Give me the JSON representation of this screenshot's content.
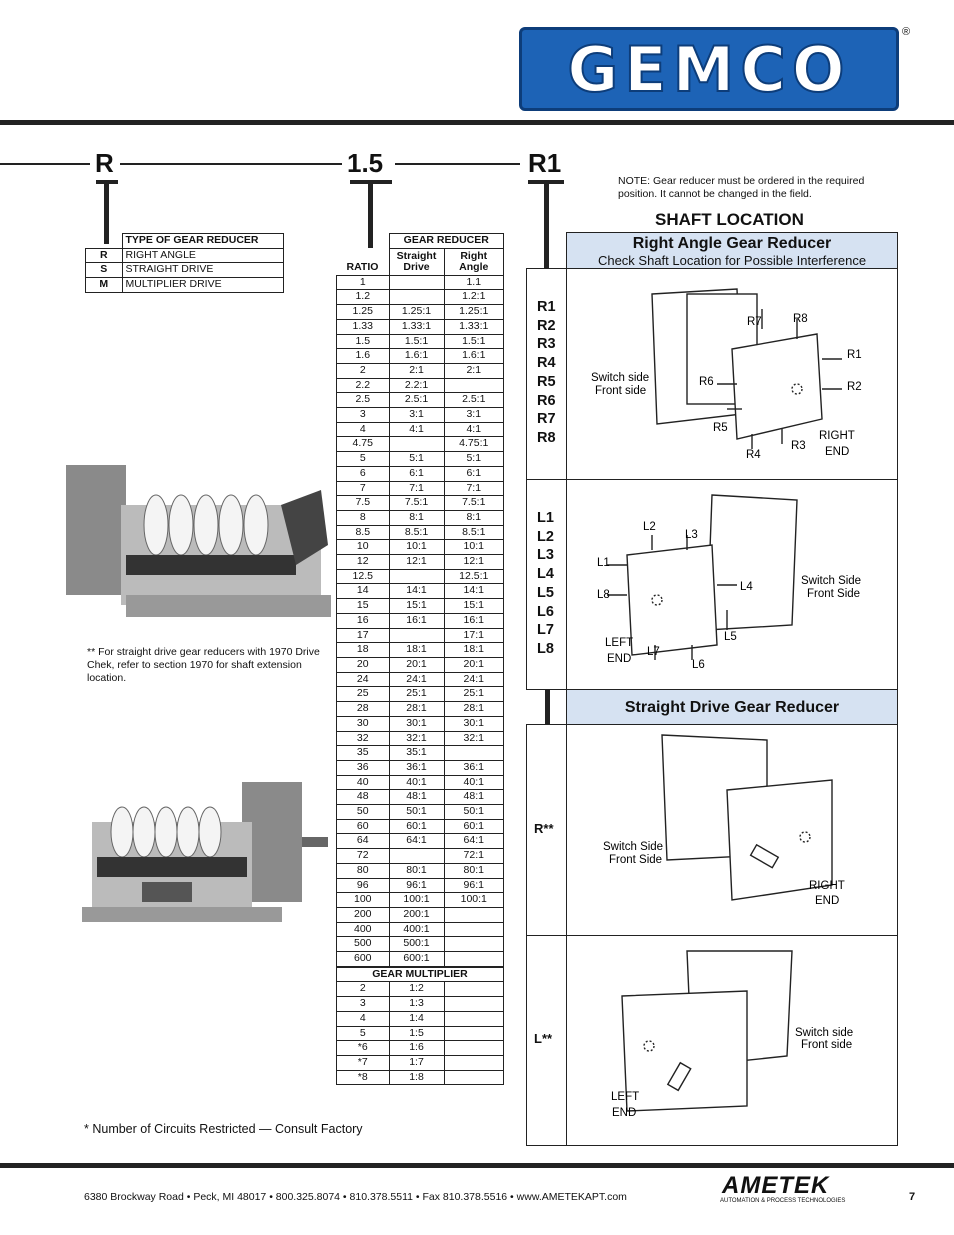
{
  "brand": {
    "logo_text": "GEMCO",
    "registered": "®"
  },
  "codes": {
    "type": "R",
    "ratio": "1.5",
    "shaft": "R1"
  },
  "type_table": {
    "header": "TYPE OF GEAR REDUCER",
    "rows": [
      {
        "code": "R",
        "label": "RIGHT ANGLE"
      },
      {
        "code": "S",
        "label": "STRAIGHT DRIVE"
      },
      {
        "code": "M",
        "label": "MULTIPLIER DRIVE"
      }
    ]
  },
  "note_straight": "** For straight drive gear reducers with 1970 Drive Chek, refer to section 1970 for shaft extension location.",
  "footnote": "* Number of Circuits Restricted — Consult Factory",
  "ratio_table": {
    "group_header": "GEAR REDUCER",
    "col_ratio": "RATIO",
    "col_straight": "Straight Drive",
    "col_right": "Right Angle",
    "rows": [
      [
        "1",
        "",
        "1.1"
      ],
      [
        "1.2",
        "",
        "1.2:1"
      ],
      [
        "1.25",
        "1.25:1",
        "1.25:1"
      ],
      [
        "1.33",
        "1.33:1",
        "1.33:1"
      ],
      [
        "1.5",
        "1.5:1",
        "1.5:1"
      ],
      [
        "1.6",
        "1.6:1",
        "1.6:1"
      ],
      [
        "2",
        "2:1",
        "2:1"
      ],
      [
        "2.2",
        "2.2:1",
        ""
      ],
      [
        "2.5",
        "2.5:1",
        "2.5:1"
      ],
      [
        "3",
        "3:1",
        "3:1"
      ],
      [
        "4",
        "4:1",
        "4:1"
      ],
      [
        "4.75",
        "",
        "4.75:1"
      ],
      [
        "5",
        "5:1",
        "5:1"
      ],
      [
        "6",
        "6:1",
        "6:1"
      ],
      [
        "7",
        "7:1",
        "7:1"
      ],
      [
        "7.5",
        "7.5:1",
        "7.5:1"
      ],
      [
        "8",
        "8:1",
        "8:1"
      ],
      [
        "8.5",
        "8.5:1",
        "8.5:1"
      ],
      [
        "10",
        "10:1",
        "10:1"
      ],
      [
        "12",
        "12:1",
        "12:1"
      ],
      [
        "12.5",
        "",
        "12.5:1"
      ],
      [
        "14",
        "14:1",
        "14:1"
      ],
      [
        "15",
        "15:1",
        "15:1"
      ],
      [
        "16",
        "16:1",
        "16:1"
      ],
      [
        "17",
        "",
        "17:1"
      ],
      [
        "18",
        "18:1",
        "18:1"
      ],
      [
        "20",
        "20:1",
        "20:1"
      ],
      [
        "24",
        "24:1",
        "24:1"
      ],
      [
        "25",
        "25:1",
        "25:1"
      ],
      [
        "28",
        "28:1",
        "28:1"
      ],
      [
        "30",
        "30:1",
        "30:1"
      ],
      [
        "32",
        "32:1",
        "32:1"
      ],
      [
        "35",
        "35:1",
        ""
      ],
      [
        "36",
        "36:1",
        "36:1"
      ],
      [
        "40",
        "40:1",
        "40:1"
      ],
      [
        "48",
        "48:1",
        "48:1"
      ],
      [
        "50",
        "50:1",
        "50:1"
      ],
      [
        "60",
        "60:1",
        "60:1"
      ],
      [
        "64",
        "64:1",
        "64:1"
      ],
      [
        "72",
        "",
        "72:1"
      ],
      [
        "80",
        "80:1",
        "80:1"
      ],
      [
        "96",
        "96:1",
        "96:1"
      ],
      [
        "100",
        "100:1",
        "100:1"
      ],
      [
        "200",
        "200:1",
        ""
      ],
      [
        "400",
        "400:1",
        ""
      ],
      [
        "500",
        "500:1",
        ""
      ],
      [
        "600",
        "600:1",
        ""
      ]
    ],
    "multiplier_header": "GEAR MULTIPLIER",
    "multiplier_rows": [
      [
        "2",
        "1:2",
        ""
      ],
      [
        "3",
        "1:3",
        ""
      ],
      [
        "4",
        "1:4",
        ""
      ],
      [
        "5",
        "1:5",
        ""
      ],
      [
        "*6",
        "1:6",
        ""
      ],
      [
        "*7",
        "1:7",
        ""
      ],
      [
        "*8",
        "1:8",
        ""
      ]
    ]
  },
  "shaft": {
    "note": "NOTE:  Gear reducer must be ordered in the required position.  It cannot be changed in the field.",
    "title": "SHAFT LOCATION",
    "right_angle_title": "Right Angle Gear Reducer",
    "right_angle_sub": "Check Shaft Location for Possible Interference",
    "r_codes": [
      "R1",
      "R2",
      "R3",
      "R4",
      "R5",
      "R6",
      "R7",
      "R8"
    ],
    "l_codes": [
      "L1",
      "L2",
      "L3",
      "L4",
      "L5",
      "L6",
      "L7",
      "L8"
    ],
    "straight_title": "Straight Drive Gear Reducer",
    "straight_codes": [
      "R**",
      "L**"
    ],
    "d1": {
      "switch": "Switch side",
      "front": "Front side",
      "right": "RIGHT",
      "end": "END",
      "labels": [
        "R7",
        "R8",
        "R1",
        "R2",
        "R6",
        "R5",
        "R4",
        "R3"
      ]
    },
    "d2": {
      "switch": "Switch Side",
      "front": "Front Side",
      "left": "LEFT",
      "end": "END",
      "labels": [
        "L2",
        "L3",
        "L1",
        "L4",
        "L8",
        "L5",
        "L7",
        "L6"
      ]
    },
    "d3": {
      "switch": "Switch Side",
      "front": "Front Side",
      "right": "RIGHT",
      "end": "END"
    },
    "d4": {
      "switch": "Switch side",
      "front": "Front side",
      "left": "LEFT",
      "end": "END"
    }
  },
  "footer": {
    "address": "6380 Brockway Road  •  Peck, MI  48017  •  800.325.8074  •  810.378.5511  •  Fax 810.378.5516  •  www.AMETEKAPT.com",
    "ametek": "AMETEK",
    "ametek_sub": "AUTOMATION & PROCESS TECHNOLOGIES",
    "page": "7"
  }
}
